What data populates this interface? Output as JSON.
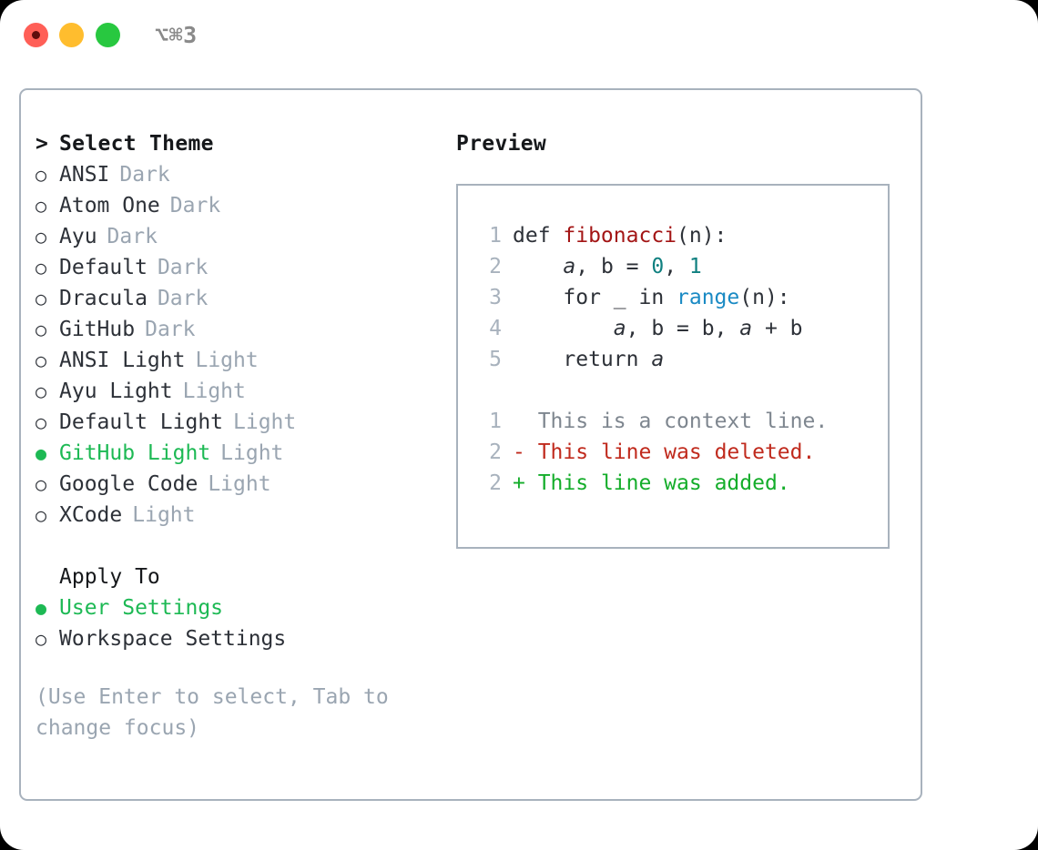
{
  "titlebar": {
    "shortcut": "⌥⌘3",
    "buttons": [
      {
        "name": "close",
        "color": "#ff5f57"
      },
      {
        "name": "minimize",
        "color": "#ffbd2e"
      },
      {
        "name": "zoom",
        "color": "#28c840"
      }
    ]
  },
  "theme_selector": {
    "chevron": ">",
    "heading": "Select Theme",
    "marker_unselected": "○",
    "marker_selected": "●",
    "accent_color": "#1db954",
    "items": [
      {
        "name": "ANSI",
        "variant": "Dark",
        "selected": false
      },
      {
        "name": "Atom One",
        "variant": "Dark",
        "selected": false
      },
      {
        "name": "Ayu",
        "variant": "Dark",
        "selected": false
      },
      {
        "name": "Default",
        "variant": "Dark",
        "selected": false
      },
      {
        "name": "Dracula",
        "variant": "Dark",
        "selected": false
      },
      {
        "name": "GitHub",
        "variant": "Dark",
        "selected": false
      },
      {
        "name": "ANSI Light",
        "variant": "Light",
        "selected": false
      },
      {
        "name": "Ayu Light",
        "variant": "Light",
        "selected": false
      },
      {
        "name": "Default Light",
        "variant": "Light",
        "selected": false
      },
      {
        "name": "GitHub Light",
        "variant": "Light",
        "selected": true
      },
      {
        "name": "Google Code",
        "variant": "Light",
        "selected": false
      },
      {
        "name": "XCode",
        "variant": "Light",
        "selected": false
      }
    ]
  },
  "apply_to": {
    "heading": "Apply To",
    "items": [
      {
        "name": "User Settings",
        "selected": true
      },
      {
        "name": "Workspace Settings",
        "selected": false
      }
    ]
  },
  "hint": "(Use Enter to select, Tab to change focus)",
  "preview": {
    "title": "Preview",
    "code_lines": [
      {
        "number": "1",
        "tokens": [
          {
            "text": "def ",
            "kind": "kw"
          },
          {
            "text": "fibonacci",
            "kind": "fn"
          },
          {
            "text": "(n):",
            "kind": "pl"
          }
        ]
      },
      {
        "number": "2",
        "tokens": [
          {
            "text": "    ",
            "kind": "pl"
          },
          {
            "text": "a",
            "kind": "var"
          },
          {
            "text": ", ",
            "kind": "pl"
          },
          {
            "text": "b",
            "kind": "pl"
          },
          {
            "text": " = ",
            "kind": "pl"
          },
          {
            "text": "0",
            "kind": "num"
          },
          {
            "text": ", ",
            "kind": "pl"
          },
          {
            "text": "1",
            "kind": "num"
          }
        ]
      },
      {
        "number": "3",
        "tokens": [
          {
            "text": "    for _ in ",
            "kind": "pl"
          },
          {
            "text": "range",
            "kind": "bi"
          },
          {
            "text": "(n):",
            "kind": "pl"
          }
        ]
      },
      {
        "number": "4",
        "tokens": [
          {
            "text": "        ",
            "kind": "pl"
          },
          {
            "text": "a",
            "kind": "var"
          },
          {
            "text": ", b = b, ",
            "kind": "pl"
          },
          {
            "text": "a",
            "kind": "var"
          },
          {
            "text": " + b",
            "kind": "pl"
          }
        ]
      },
      {
        "number": "5",
        "tokens": [
          {
            "text": "    return ",
            "kind": "pl"
          },
          {
            "text": "a",
            "kind": "var"
          }
        ]
      }
    ],
    "diff_lines": [
      {
        "number": "1",
        "sign": " ",
        "text": " This is a context line.",
        "kind": "ctx"
      },
      {
        "number": "2",
        "sign": "-",
        "text": " This line was deleted.",
        "kind": "del"
      },
      {
        "number": "2",
        "sign": "+",
        "text": " This line was added.",
        "kind": "add"
      }
    ]
  }
}
